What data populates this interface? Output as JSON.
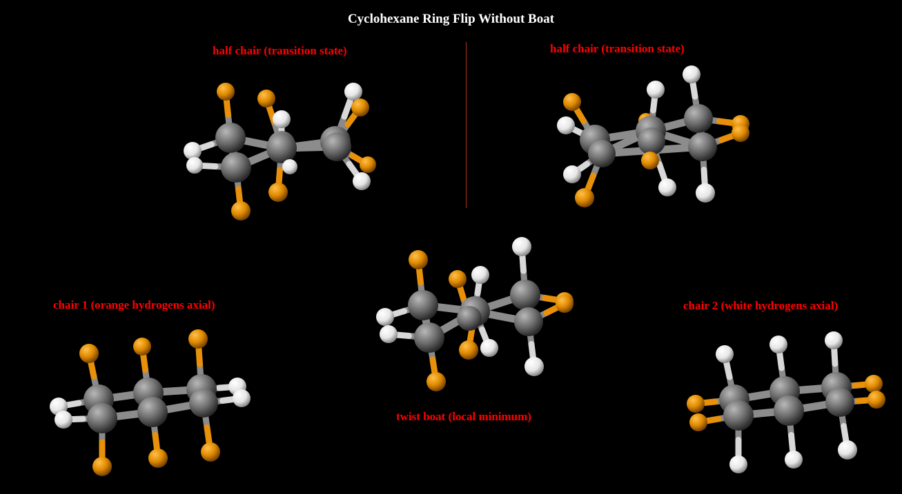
{
  "title": "Cyclohexane Ring Flip Without Boat",
  "labels": {
    "half_chair_left": "half chair (transition state)",
    "half_chair_right": "half chair (transition state)",
    "chair1": "chair 1 (orange hydrogens axial)",
    "twist_boat": "twist boat (local minimum)",
    "chair2": "chair 2 (white hydrogens axial)"
  },
  "colors": {
    "carbon": "#7a7a7a",
    "hydrogen_white": "#f2f2f2",
    "hydrogen_orange": "#e8900a",
    "label": "#ff0000",
    "divider": "#b03020"
  },
  "molecules": [
    {
      "name": "half-chair-left",
      "conformation": "half chair"
    },
    {
      "name": "half-chair-right",
      "conformation": "half chair"
    },
    {
      "name": "chair-1",
      "conformation": "chair"
    },
    {
      "name": "twist-boat",
      "conformation": "twist boat"
    },
    {
      "name": "chair-2",
      "conformation": "chair"
    }
  ]
}
